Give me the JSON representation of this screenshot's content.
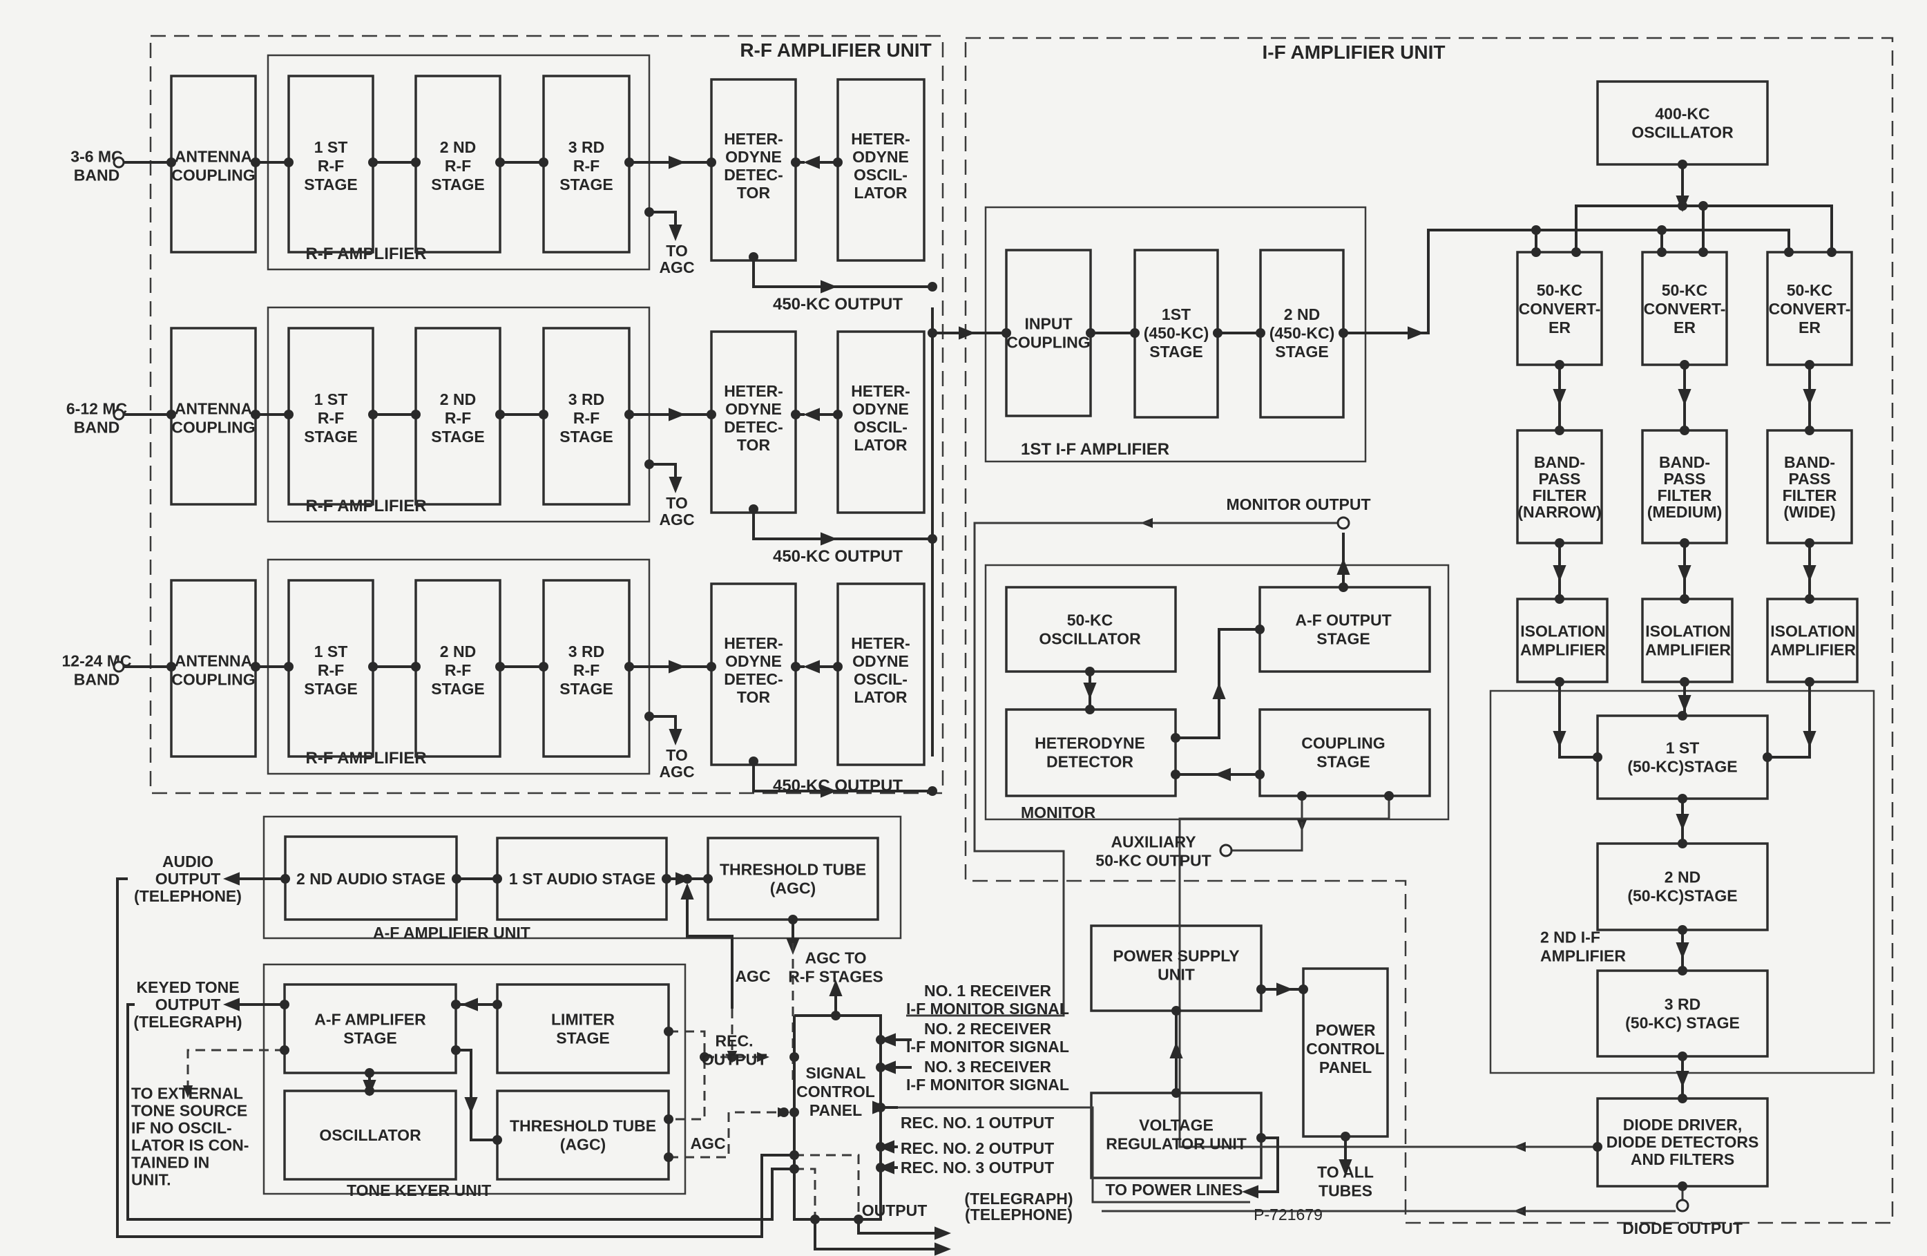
{
  "diagram": {
    "drawing_number": "P-721679",
    "units": {
      "rf_unit": "R-F AMPLIFIER UNIT",
      "if_unit": "I-F AMPLIFIER UNIT",
      "af_unit": "A-F AMPLIFIER UNIT",
      "tone_keyer": "TONE KEYER UNIT",
      "rf_amp": "R-F AMPLIFIER",
      "first_if": "1ST I-F AMPLIFIER",
      "second_if": [
        "2 ND I-F",
        "AMPLIFIER"
      ],
      "monitor": "MONITOR"
    },
    "bands": [
      {
        "line1": "3-6 MC",
        "line2": "BAND"
      },
      {
        "line1": "6-12 MC",
        "line2": "BAND"
      },
      {
        "line1": "12-24 MC",
        "line2": "BAND"
      }
    ],
    "rf_blocks": {
      "antenna": [
        "ANTENNA",
        "COUPLING"
      ],
      "stage1": [
        "1 ST",
        "R-F",
        "STAGE"
      ],
      "stage2": [
        "2 ND",
        "R-F",
        "STAGE"
      ],
      "stage3": [
        "3 RD",
        "R-F",
        "STAGE"
      ],
      "detector": [
        "HETER-",
        "ODYNE",
        "DETEC-",
        "TOR"
      ],
      "oscillator": [
        "HETER-",
        "ODYNE",
        "OSCIL-",
        "LATOR"
      ],
      "to_agc": [
        "TO",
        "AGC"
      ],
      "output_450": "450-KC OUTPUT"
    },
    "if_blocks": {
      "input_coupling": [
        "INPUT",
        "COUPLING"
      ],
      "if1": [
        "1ST",
        "(450-KC)",
        "STAGE"
      ],
      "if2": [
        "2 ND",
        "(450-KC)",
        "STAGE"
      ],
      "osc400": [
        "400-KC",
        "OSCILLATOR"
      ],
      "converter": [
        "50-KC",
        "CONVERT-",
        "ER"
      ],
      "filters": [
        [
          "BAND-",
          "PASS",
          "FILTER",
          "(NARROW)"
        ],
        [
          "BAND-",
          "PASS",
          "FILTER",
          "(MEDIUM)"
        ],
        [
          "BAND-",
          "PASS",
          "FILTER",
          "(WIDE)"
        ]
      ],
      "isolation": [
        "ISOLATION",
        "AMPLIFIER"
      ],
      "s50_1": [
        "1 ST",
        "(50-KC)STAGE"
      ],
      "s50_2": [
        "2 ND",
        "(50-KC)STAGE"
      ],
      "s50_3": [
        "3 RD",
        "(50-KC) STAGE"
      ],
      "diode": [
        "DIODE DRIVER,",
        "DIODE DETECTORS",
        "AND FILTERS"
      ],
      "diode_output": "DIODE OUTPUT"
    },
    "monitor_blocks": {
      "osc50": [
        "50-KC",
        "OSCILLATOR"
      ],
      "het_det": [
        "HETERODYNE",
        "DETECTOR"
      ],
      "af_out": [
        "A-F OUTPUT",
        "STAGE"
      ],
      "coupling": [
        "COUPLING",
        "STAGE"
      ],
      "monitor_output": "MONITOR OUTPUT",
      "aux_output": [
        "AUXILIARY",
        "50-KC OUTPUT"
      ]
    },
    "audio": {
      "audio_output": [
        "AUDIO",
        "OUTPUT",
        "(TELEPHONE)"
      ],
      "audio2": "2 ND AUDIO STAGE",
      "audio1": "1 ST AUDIO STAGE",
      "threshold_agc": [
        "THRESHOLD  TUBE",
        "(AGC)"
      ]
    },
    "tone": {
      "keyed_output": [
        "KEYED TONE",
        "OUTPUT",
        "(TELEGRAPH)"
      ],
      "af_amp": [
        "A-F AMPLIFER",
        "STAGE"
      ],
      "limiter": [
        "LIMITER",
        "STAGE"
      ],
      "oscillator": "OSCILLATOR",
      "threshold": [
        "THRESHOLD TUBE",
        "(AGC)"
      ],
      "note": [
        "TO EXTERNAL",
        "TONE SOURCE",
        "IF NO OSCIL-",
        "LATOR IS CON-",
        "TAINED IN",
        "UNIT."
      ],
      "agc": "AGC",
      "rec_output": [
        "REC.",
        "OUTPUT"
      ]
    },
    "signal_panel": {
      "label": [
        "SIGNAL",
        "CONTROL",
        "PANEL"
      ],
      "agc": "AGC",
      "agc_to_rf": [
        "AGC TO",
        "R-F STAGES"
      ],
      "monitors": [
        [
          "NO. 1 RECEIVER",
          "I-F MONITOR SIGNAL"
        ],
        [
          "NO. 2 RECEIVER",
          "I-F MONITOR SIGNAL"
        ],
        [
          "NO. 3 RECEIVER",
          "I-F MONITOR SIGNAL"
        ]
      ],
      "rec_outputs": [
        "REC. NO. 1 OUTPUT",
        "REC. NO. 2 OUTPUT",
        "REC. NO. 3 OUTPUT"
      ],
      "output": "OUTPUT",
      "telegraph": "(TELEGRAPH)",
      "telephone": "(TELEPHONE)"
    },
    "power": {
      "supply": [
        "POWER SUPPLY",
        "UNIT"
      ],
      "regulator": [
        "VOLTAGE",
        "REGULATOR UNIT"
      ],
      "control": [
        "POWER",
        "CONTROL",
        "PANEL"
      ],
      "to_power_lines": "TO POWER LINES",
      "to_all_tubes": [
        "TO ALL",
        "TUBES"
      ]
    }
  }
}
